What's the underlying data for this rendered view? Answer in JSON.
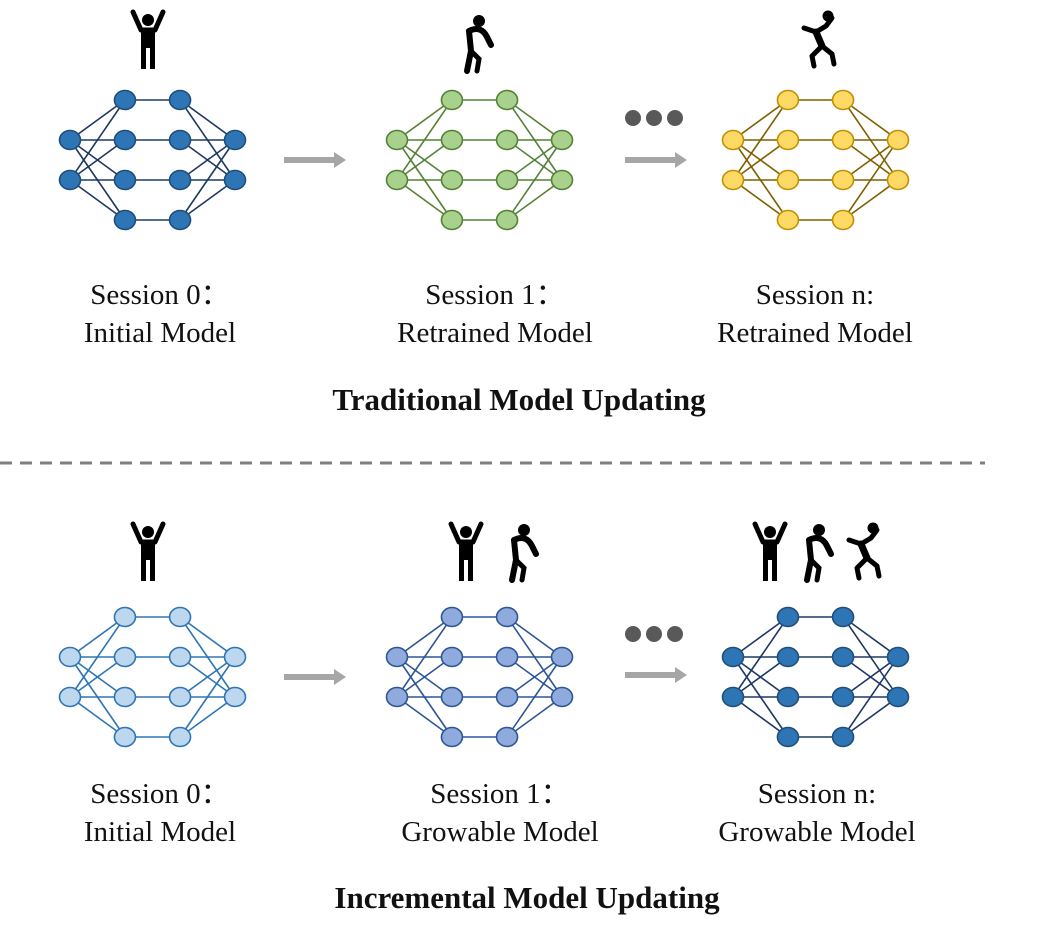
{
  "top": {
    "title": "Traditional Model Updating",
    "stages": [
      {
        "line1": "Session 0：",
        "line2": "Initial Model",
        "node_fill": "#2e75b6",
        "node_stroke": "#1f4e79",
        "edge_color": "#1f3864",
        "people": [
          "arms-up"
        ]
      },
      {
        "line1": "Session 1：",
        "line2": "Retrained Model",
        "node_fill": "#a9d18e",
        "node_stroke": "#548235",
        "edge_color": "#548235",
        "people": [
          "bending"
        ]
      },
      {
        "line1": "Session n:",
        "line2": "Retrained Model",
        "node_fill": "#ffd966",
        "node_stroke": "#bf9000",
        "edge_color": "#7f6000",
        "people": [
          "dancing"
        ]
      }
    ]
  },
  "bottom": {
    "title": "Incremental Model Updating",
    "stages": [
      {
        "line1": "Session 0：",
        "line2": "Initial Model",
        "node_fill": "#bdd7ee",
        "node_stroke": "#2e75b6",
        "edge_color": "#2e75b6",
        "people": [
          "arms-up"
        ]
      },
      {
        "line1": "Session 1：",
        "line2": "Growable Model",
        "node_fill": "#8faadc",
        "node_stroke": "#2f5597",
        "edge_color": "#2f5597",
        "people": [
          "arms-up",
          "bending"
        ]
      },
      {
        "line1": "Session n:",
        "line2": "Growable Model",
        "node_fill": "#2e75b6",
        "node_stroke": "#1f4e79",
        "edge_color": "#1f3864",
        "people": [
          "arms-up",
          "bending",
          "dancing"
        ]
      }
    ]
  },
  "colors": {
    "arrow": "#a6a6a6",
    "ellipsis": "#595959",
    "divider": "#7f7f7f",
    "figure": "#000000"
  }
}
